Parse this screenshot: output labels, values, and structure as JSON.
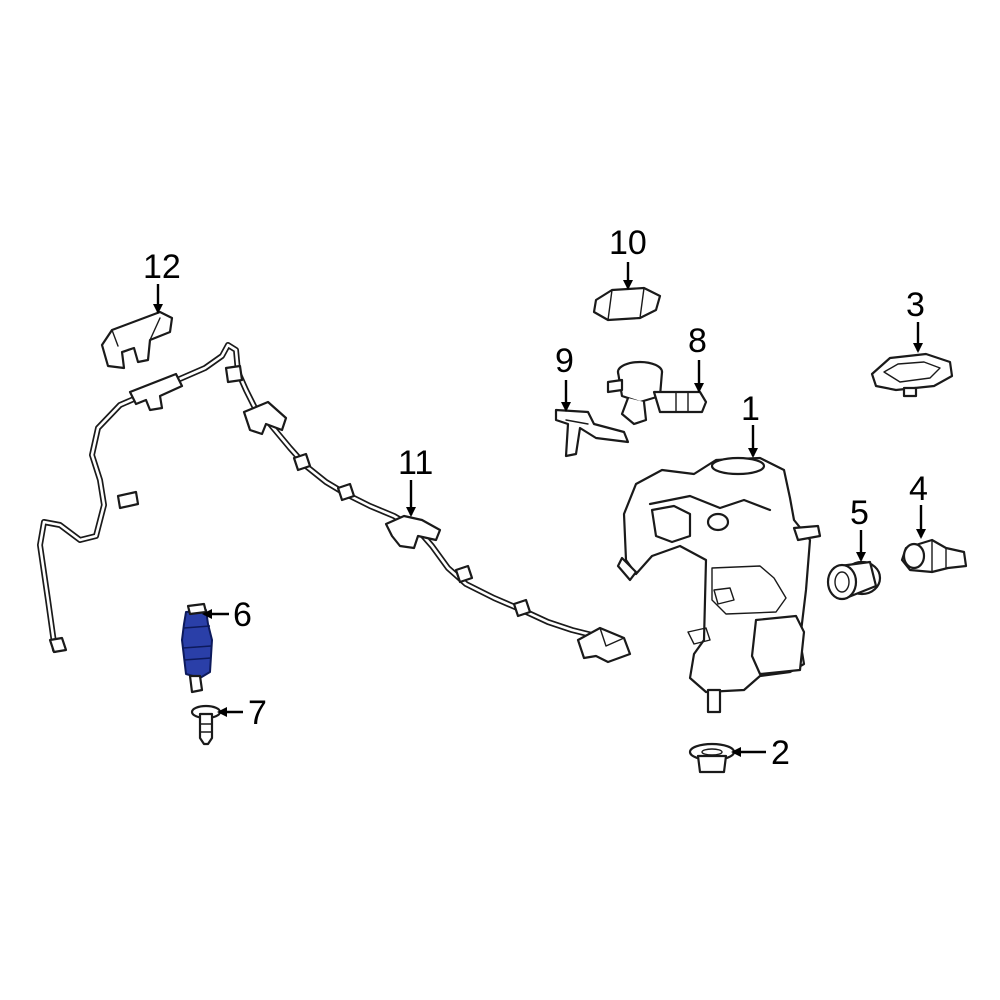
{
  "callouts": {
    "c1": "1",
    "c2": "2",
    "c3": "3",
    "c4": "4",
    "c5": "5",
    "c6": "6",
    "c7": "7",
    "c8": "8",
    "c9": "9",
    "c10": "10",
    "c11": "11",
    "c12": "12"
  },
  "colors": {
    "highlight": "#2a3fa8",
    "outline": "#1a1a1a",
    "background": "#ffffff"
  }
}
